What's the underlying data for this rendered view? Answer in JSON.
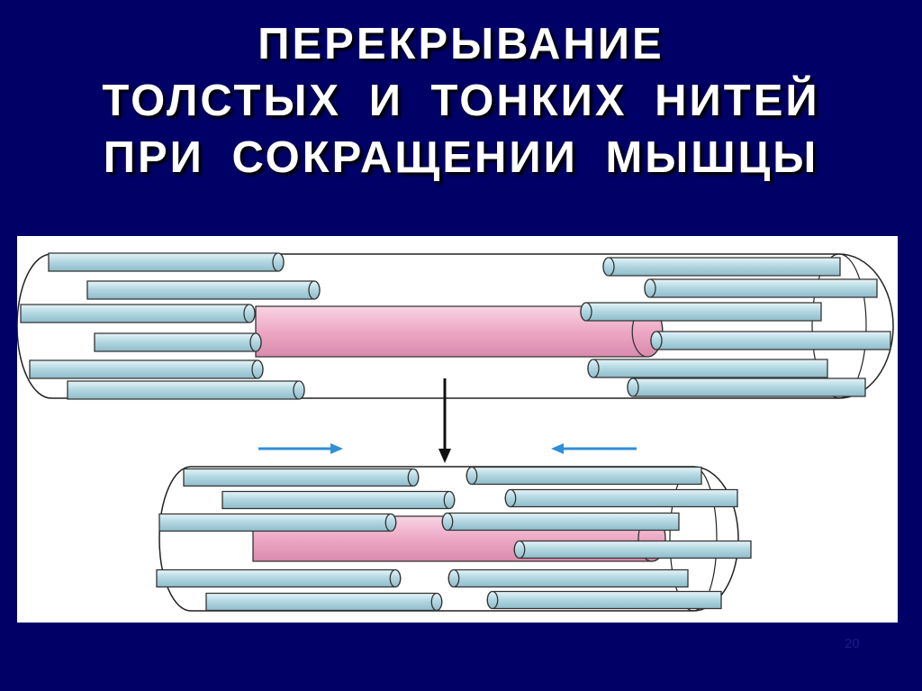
{
  "slide": {
    "title_lines": [
      "ПЕРЕКРЫВАНИЕ",
      "ТОЛСТЫХ  И  ТОНКИХ  НИТЕЙ",
      "ПРИ  СОКРАЩЕНИИ  МЫШЦЫ"
    ],
    "page_number": "20"
  },
  "diagram": {
    "colors": {
      "background": "#000066",
      "figure_background": "#ffffff",
      "thin_filament_fill": "#b4d8e2",
      "thin_filament_light": "#e6f4f8",
      "thick_filament_fill": "#eda8c4",
      "thick_filament_light": "#f8d4e4",
      "outline": "#222222",
      "motion_arrow": "#2f8fd8"
    },
    "states": [
      "relaxed",
      "contracted"
    ],
    "arrow_icons": [
      "down-arrow-icon",
      "right-arrow-icon",
      "left-arrow-icon"
    ]
  }
}
